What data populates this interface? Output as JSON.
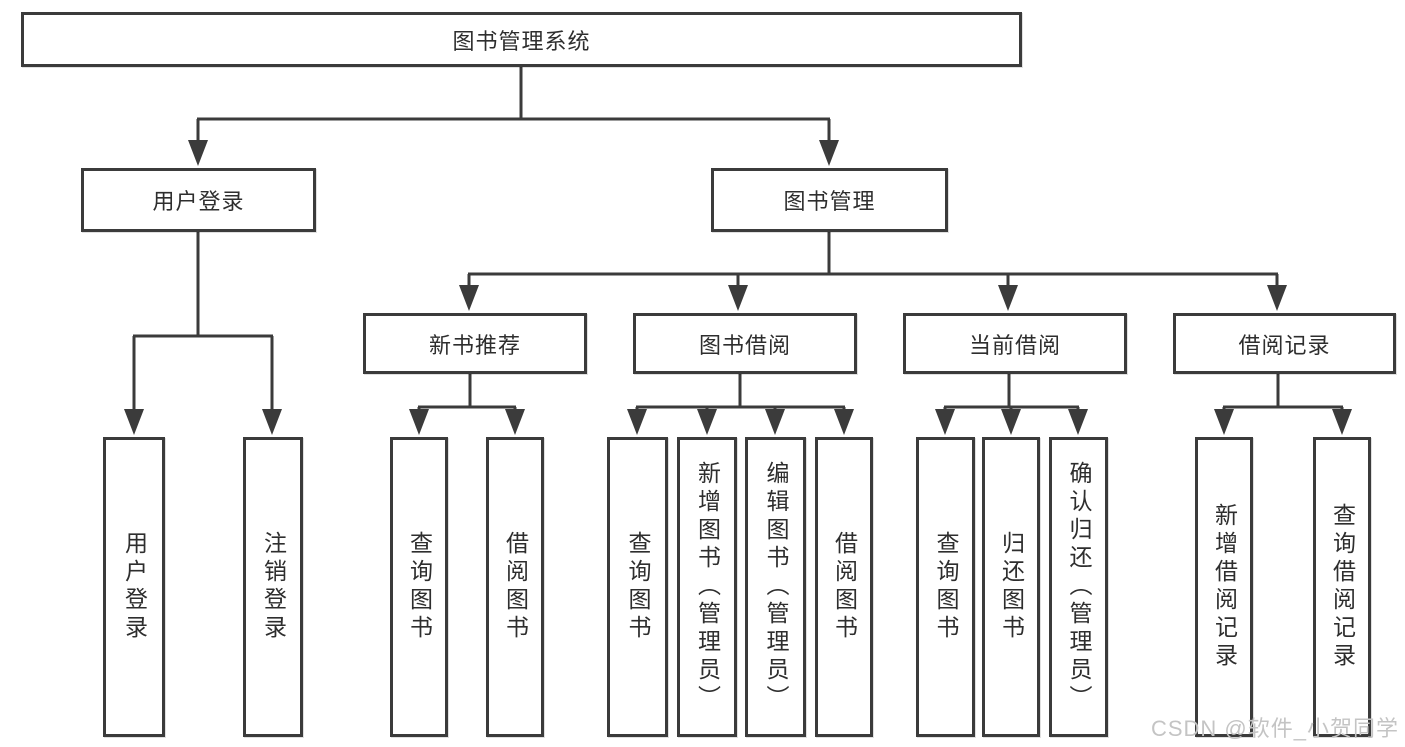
{
  "diagram": {
    "root": "图书管理系统",
    "branches": [
      {
        "label": "用户登录",
        "children": [
          "用户登录",
          "注销登录"
        ]
      },
      {
        "label": "图书管理",
        "groups": [
          {
            "label": "新书推荐",
            "children": [
              "查询图书",
              "借阅图书"
            ]
          },
          {
            "label": "图书借阅",
            "children": [
              "查询图书",
              "新增图书（管理员）",
              "编辑图书（管理员）",
              "借阅图书"
            ]
          },
          {
            "label": "当前借阅",
            "children": [
              "查询图书",
              "归还图书",
              "确认归还（管理员）"
            ]
          },
          {
            "label": "借阅记录",
            "children": [
              "新增借阅记录",
              "查询借阅记录"
            ]
          }
        ]
      }
    ],
    "watermark": "CSDN @软件_小贺同学",
    "colors": {
      "line": "#3b3b3b",
      "text": "#2e2e2e",
      "watermark": "#c4c4c4",
      "background": "#ffffff"
    }
  }
}
